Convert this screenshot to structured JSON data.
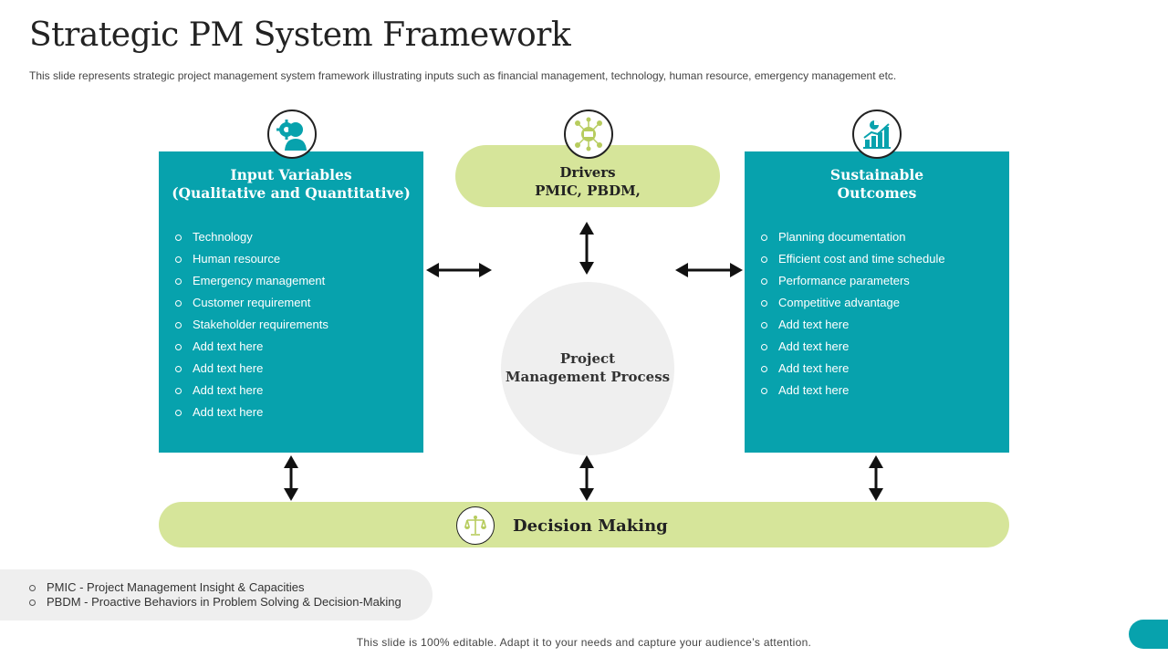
{
  "header": {
    "title": "Strategic PM System Framework",
    "subtitle": "This slide represents strategic project management system framework illustrating inputs such as financial management, technology, human resource, emergency management etc."
  },
  "colors": {
    "teal": "#07a2ad",
    "lime": "#d6e59a",
    "circle_grey": "#efefef"
  },
  "input_box": {
    "icon": "person-gear-icon",
    "heading": "Input Variables\n(Qualitative and Quantitative)",
    "items": [
      "Technology",
      "Human resource",
      "Emergency management",
      "Customer requirement",
      "Stakeholder requirements",
      "Add text here",
      "Add text here",
      "Add text here",
      "Add text here"
    ]
  },
  "drivers": {
    "icon": "network-hub-icon",
    "text": "Drivers\nPMIC, PBDM,"
  },
  "outcomes_box": {
    "icon": "bar-chart-icon",
    "heading": "Sustainable\nOutcomes",
    "items": [
      "Planning documentation",
      "Efficient cost and time schedule",
      "Performance  parameters",
      "Competitive  advantage",
      "Add text here",
      "Add text here",
      "Add text here",
      "Add text here"
    ]
  },
  "process": {
    "text": "Project\nManagement Process"
  },
  "decision": {
    "icon": "scales-icon",
    "text": "Decision Making"
  },
  "legend": {
    "items": [
      "PMIC - Project Management Insight & Capacities",
      "PBDM - Proactive Behaviors  in Problem Solving & Decision-Making"
    ]
  },
  "footer": {
    "text": "This slide is 100% editable. Adapt it to your needs and capture your audience’s attention."
  }
}
